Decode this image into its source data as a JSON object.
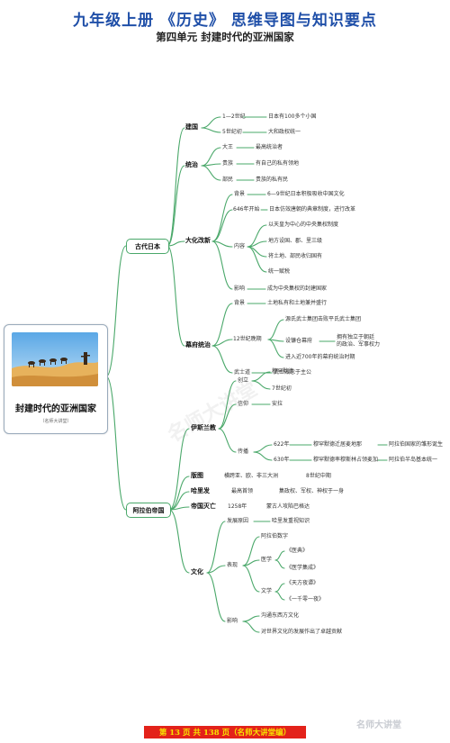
{
  "header": {
    "title": "九年级上册  《历史》  思维导图与知识要点",
    "subtitle": "第四单元   封建时代的亚洲国家"
  },
  "center": {
    "title": "封建时代的亚洲国家",
    "caption": "（名师大讲堂）"
  },
  "japan": {
    "label": "古代日本",
    "jianguo": {
      "label": "建国",
      "rows": [
        "1—2世纪",
        "日本有100多个小国",
        "5世纪初",
        "大和政权统一"
      ]
    },
    "tongzhi": {
      "label": "统治",
      "rows": [
        "大王",
        "最高统治者",
        "贵族",
        "有自己的私有领地",
        "部民",
        "贵族的私有民"
      ]
    },
    "dahua": {
      "label": "大化改新",
      "rows": [
        "背景",
        "6—9世纪日本积极吸收中国文化",
        "646年开始",
        "日本仿效唐朝的典章制度，进行改革",
        "内容",
        "以天皇为中心的中央集权制度",
        "地方设国、郡、里三级",
        "将土地、部民收归国有",
        "统一赋税",
        "影响",
        "成为中央集权的封建国家"
      ]
    },
    "mufu": {
      "label": "幕府统治",
      "rows": [
        "背景",
        "土地私有和土地兼并盛行",
        "12世纪晚期",
        "源氏武士集团击败平氏武士集团",
        "设镰仓幕府",
        "拥有独立于朝廷\n的政治、军事权力",
        "进入近700年的幕府统治时期",
        "武士道",
        "武士效忠于主公"
      ]
    }
  },
  "arab": {
    "label": "阿拉伯帝国",
    "islam": {
      "label": "伊斯兰教",
      "rows": [
        "创立",
        "穆罕默德",
        "7世纪初",
        "信仰",
        "安拉",
        "传播",
        "622年",
        "穆罕默德迁居麦地那",
        "阿拉伯国家的雏形诞生",
        "630年",
        "穆罕默德率穆斯林占领麦加",
        "阿拉伯半岛基本统一"
      ]
    },
    "rows": [
      "版图",
      "横跨亚、欧、非三大洲",
      "8世纪中期",
      "哈里发",
      "最高首领",
      "集政权、军权、神权于一身",
      "帝国灭亡",
      "1258年",
      "蒙古人攻陷巴格达"
    ],
    "culture": {
      "label": "文化",
      "rows": [
        "发展原因",
        "哈里发重视知识",
        "表现",
        "阿拉伯数字",
        "医学",
        "《医典》",
        "《医学集成》",
        "文学",
        "《天方夜谭》",
        "《一千零一夜》",
        "影响",
        "沟通东西方文化",
        "对世界文化的发展作出了卓越贡献"
      ]
    }
  },
  "footer": {
    "text": "第 13 页 共 138 页（名师大讲堂编）"
  },
  "brand": {
    "logo": "名师大讲堂",
    "watermark": "名师大讲堂"
  },
  "colors": {
    "title": "#1f4fa8",
    "connector": "#4aa86a",
    "footer_bg": "#e3221a",
    "footer_text": "#f7e400"
  }
}
